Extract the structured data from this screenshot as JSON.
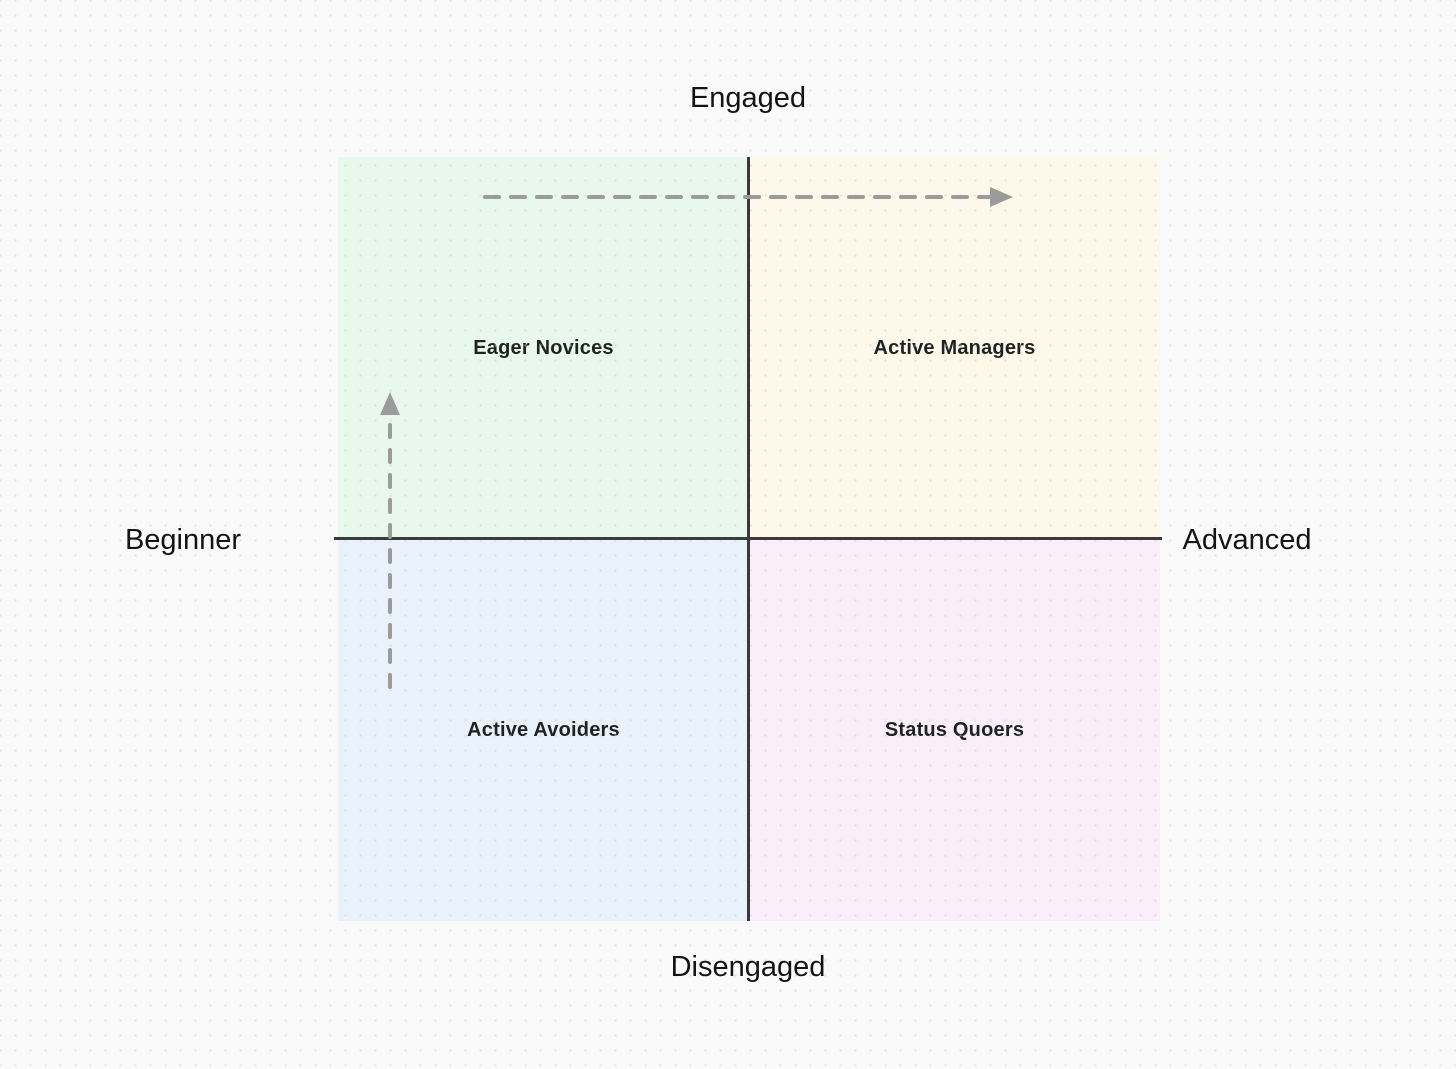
{
  "background": {
    "color": "#fafafa",
    "dot_color": "#cccccc"
  },
  "axes": {
    "top_label": "Engaged",
    "bottom_label": "Disengaged",
    "left_label": "Beginner",
    "right_label": "Advanced",
    "line_color": "#3a3a3a"
  },
  "quadrants": [
    {
      "position": "top-left",
      "label": "Eager Novices",
      "color": "#e9f8ec"
    },
    {
      "position": "top-right",
      "label": "Active Managers",
      "color": "#fdf8e9"
    },
    {
      "position": "bottom-left",
      "label": "Active Avoiders",
      "color": "#e9f1fa"
    },
    {
      "position": "bottom-right",
      "label": "Status Quoers",
      "color": "#fbeefb"
    }
  ],
  "arrows": {
    "color": "#9b9b9b",
    "items": [
      {
        "name": "horizontal-progress-arrow",
        "direction": "right",
        "from_quadrant": "Eager Novices",
        "to_quadrant": "Active Managers"
      },
      {
        "name": "vertical-progress-arrow",
        "direction": "up",
        "from_quadrant": "Active Avoiders",
        "to_quadrant": "Eager Novices"
      }
    ]
  }
}
